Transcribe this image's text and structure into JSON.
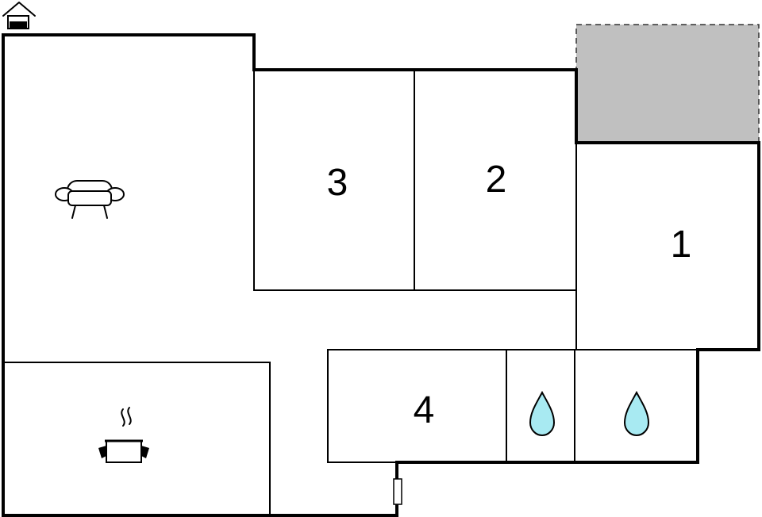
{
  "rooms": [
    {
      "id": "room-1",
      "label": "1"
    },
    {
      "id": "room-2",
      "label": "2"
    },
    {
      "id": "room-3",
      "label": "3"
    },
    {
      "id": "room-4",
      "label": "4"
    }
  ],
  "icons": {
    "entrance": "house-entrance-icon",
    "living": "sofa-icon",
    "kitchen": "cooking-pot-icon",
    "bathroom": "water-drop-icon",
    "door": "door-marker-icon"
  },
  "colors": {
    "wall": "#000000",
    "background": "#ffffff",
    "terrace": "#c0c0c0",
    "water": "#a8eaf2"
  }
}
